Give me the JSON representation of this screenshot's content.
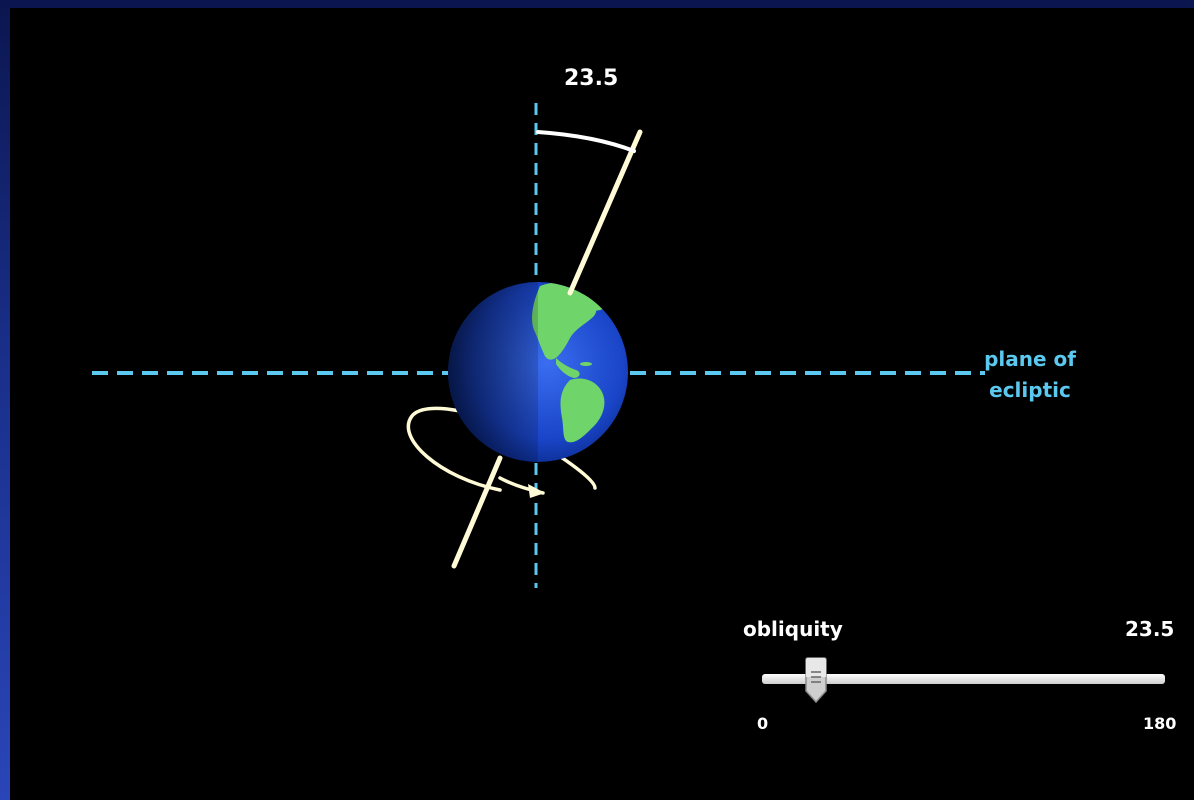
{
  "diagram": {
    "angle_readout": "23.5",
    "ecliptic_label_line1": "plane of",
    "ecliptic_label_line2": "ecliptic",
    "axis_tilt_degrees": 23.5
  },
  "slider": {
    "label": "obliquity",
    "value_text": "23.5",
    "value": 23.5,
    "min": 0,
    "max": 180,
    "min_label": "0",
    "max_label": "180"
  },
  "colors": {
    "ecliptic_line": "#5bc8f0",
    "axis_line": "#fffbd6",
    "ocean": "#1a45c8",
    "land": "#6fd46a",
    "background": "#000000",
    "border": "#1a2f8a"
  },
  "icons": {
    "rotation": "rotation-arrow-icon",
    "slider_thumb": "slider-thumb-icon"
  }
}
